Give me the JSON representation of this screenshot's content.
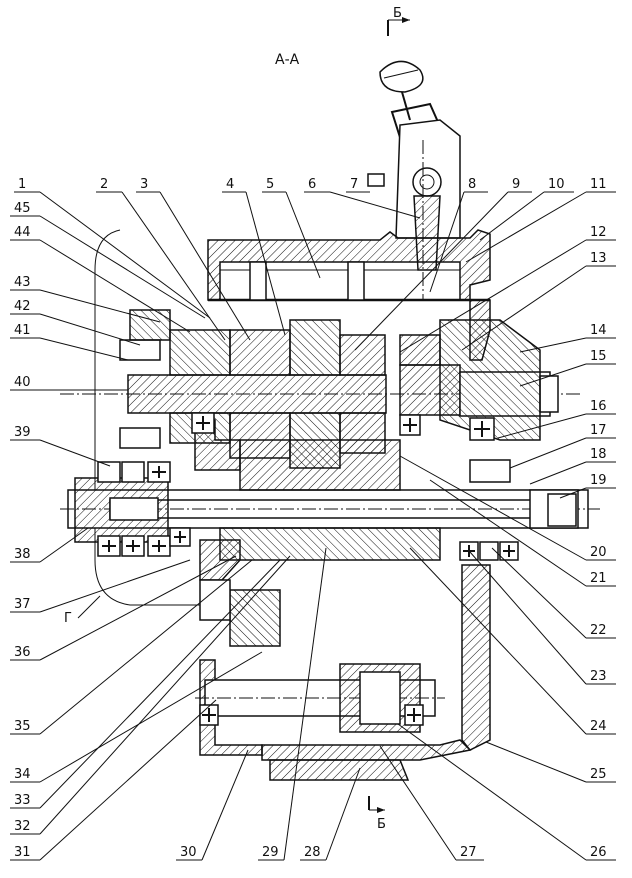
{
  "section_title": "А-А",
  "view_marker_top": "Б",
  "view_marker_bottom": "Б",
  "detail_marker": "Г",
  "callouts": [
    "1",
    "2",
    "3",
    "4",
    "5",
    "6",
    "7",
    "8",
    "9",
    "10",
    "11",
    "12",
    "13",
    "14",
    "15",
    "16",
    "17",
    "18",
    "19",
    "20",
    "21",
    "22",
    "23",
    "24",
    "25",
    "26",
    "27",
    "28",
    "29",
    "30",
    "31",
    "32",
    "33",
    "34",
    "35",
    "36",
    "37",
    "38",
    "39",
    "40",
    "41",
    "42",
    "43",
    "44",
    "45"
  ]
}
